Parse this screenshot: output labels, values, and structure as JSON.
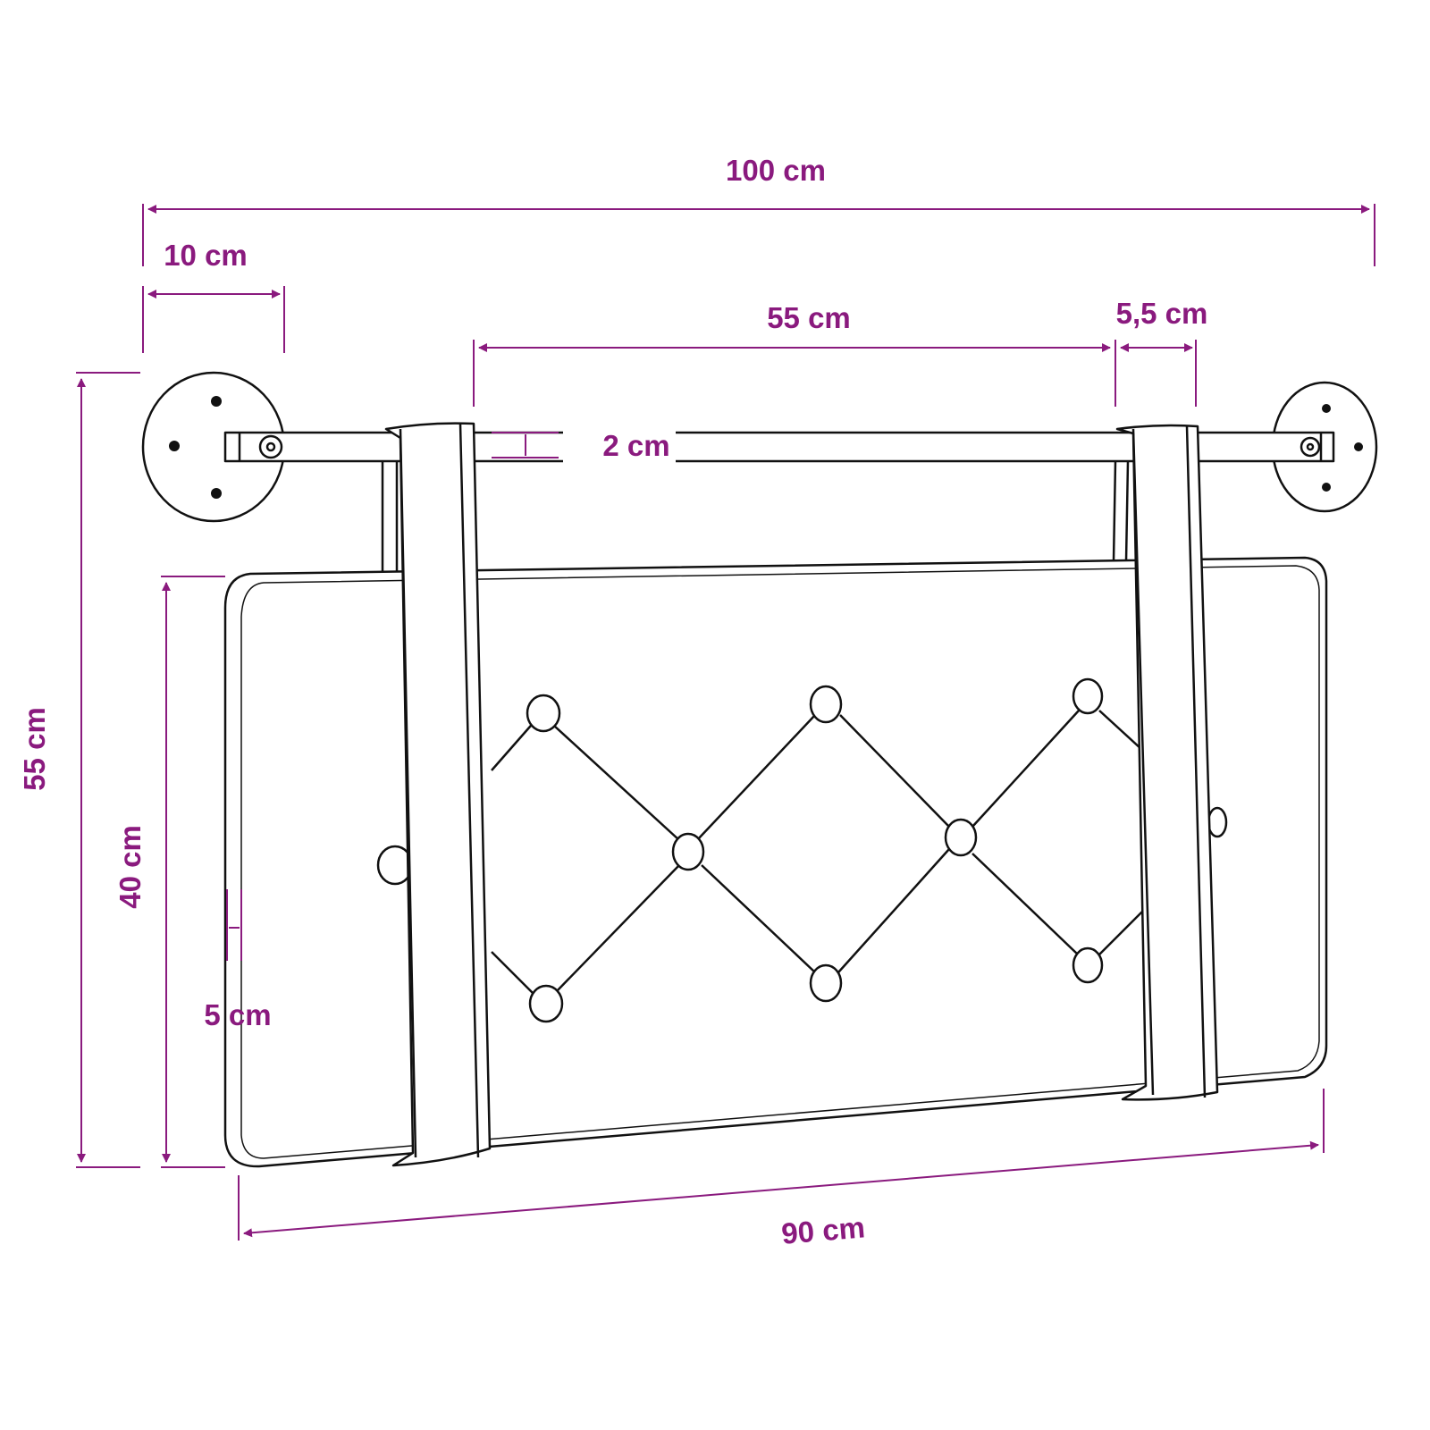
{
  "title": "Wall-mounted headboard cushion dimensions",
  "colors": {
    "dimension": "#8a1a7e",
    "line": "#111111",
    "background": "#ffffff"
  },
  "dimensions": {
    "total_width": "100 cm",
    "bracket_depth": "10 cm",
    "strap_spacing": "55 cm",
    "strap_width": "5,5 cm",
    "rod_diameter": "2 cm",
    "total_height": "55 cm",
    "cushion_height": "40 cm",
    "cushion_thickness": "5 cm",
    "cushion_width": "90 cm"
  }
}
